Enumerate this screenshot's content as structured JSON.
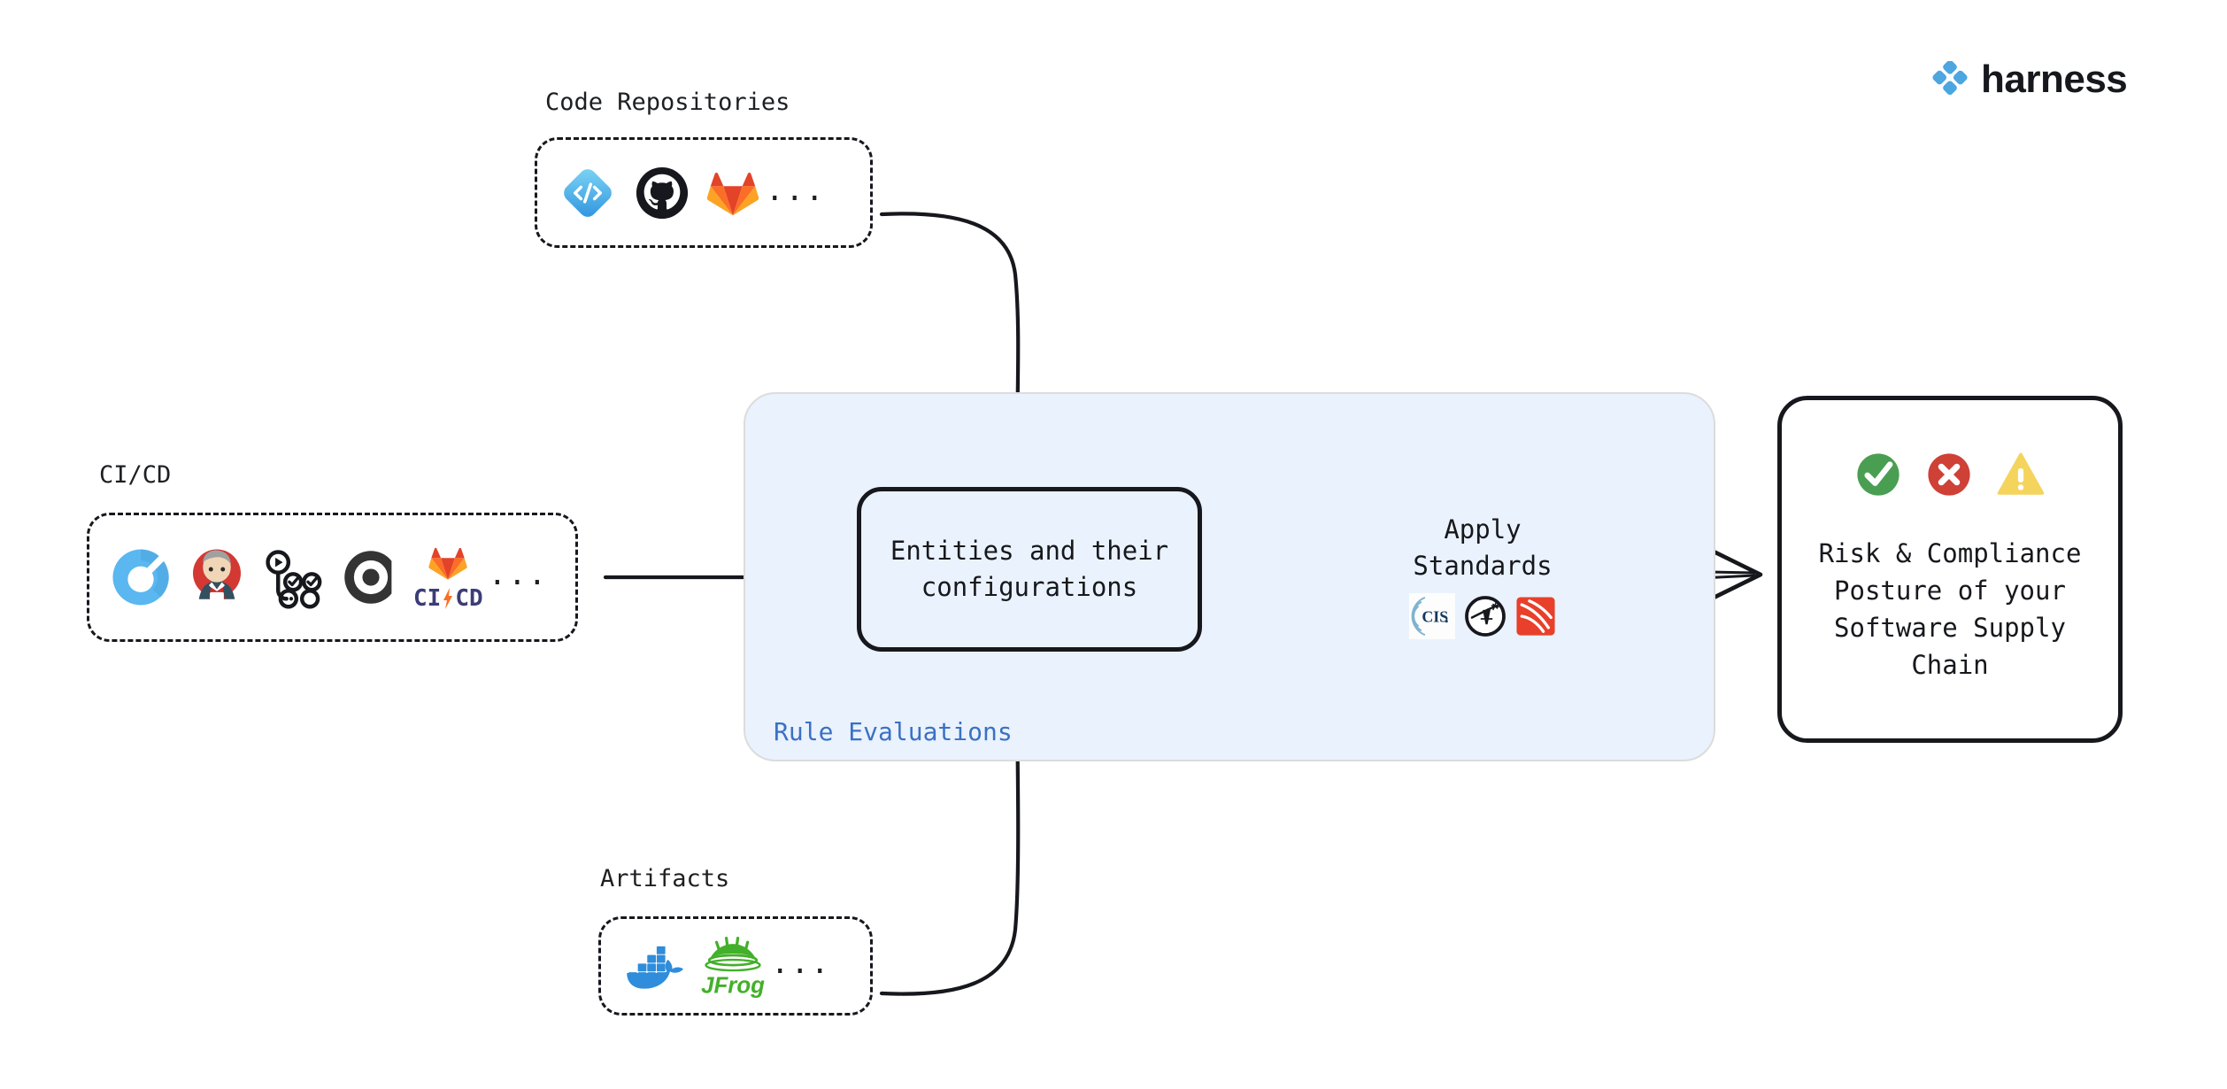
{
  "brand": {
    "name": "harness",
    "mark_icon": "harness-diamond-icon",
    "accent_color": "#4ca6e0",
    "text_color": "#16181d"
  },
  "colors": {
    "container_bg": "#eaf2fd",
    "container_border": "#dcdcdc",
    "stroke": "#16181d",
    "rule_label": "#3a71c4",
    "success": "#4a9e52",
    "error": "#cf4037",
    "warning": "#f5d45e"
  },
  "sources": [
    {
      "id": "code-repositories",
      "label": "Code Repositories",
      "ellipsis": "...",
      "icons": [
        {
          "name": "harness-code-icon",
          "title": "Harness Code"
        },
        {
          "name": "github-icon",
          "title": "GitHub"
        },
        {
          "name": "gitlab-icon",
          "title": "GitLab"
        }
      ]
    },
    {
      "id": "ci-cd",
      "label": "CI/CD",
      "ellipsis": "...",
      "icons": [
        {
          "name": "harness-ci-icon",
          "title": "Harness CI"
        },
        {
          "name": "jenkins-icon",
          "title": "Jenkins"
        },
        {
          "name": "github-actions-icon",
          "title": "GitHub Actions"
        },
        {
          "name": "circleci-icon",
          "title": "CircleCI"
        },
        {
          "name": "gitlab-cicd-icon",
          "title": "GitLab CI/CD"
        }
      ]
    },
    {
      "id": "artifacts",
      "label": "Artifacts",
      "ellipsis": "...",
      "icons": [
        {
          "name": "docker-icon",
          "title": "Docker"
        },
        {
          "name": "jfrog-icon",
          "title": "JFrog"
        }
      ]
    }
  ],
  "pipeline": {
    "container_label": "Rule Evaluations",
    "entities": {
      "text": "Entities and their\nconfigurations"
    },
    "standards": {
      "text": "Apply\nStandards",
      "icons": [
        {
          "name": "cis-icon",
          "title": "CIS"
        },
        {
          "name": "slsa-icon",
          "title": "SLSA"
        },
        {
          "name": "owasp-icon",
          "title": "OWASP"
        }
      ]
    },
    "outcome": {
      "text": "Risk & Compliance\nPosture of your\nSoftware Supply\nChain",
      "status_icons": [
        {
          "name": "check-circle-icon",
          "title": "Pass"
        },
        {
          "name": "x-circle-icon",
          "title": "Fail"
        },
        {
          "name": "warning-triangle-icon",
          "title": "Warning"
        }
      ]
    }
  },
  "gitlab_cicd_text": {
    "ci": "CI",
    "cd": "CD"
  }
}
